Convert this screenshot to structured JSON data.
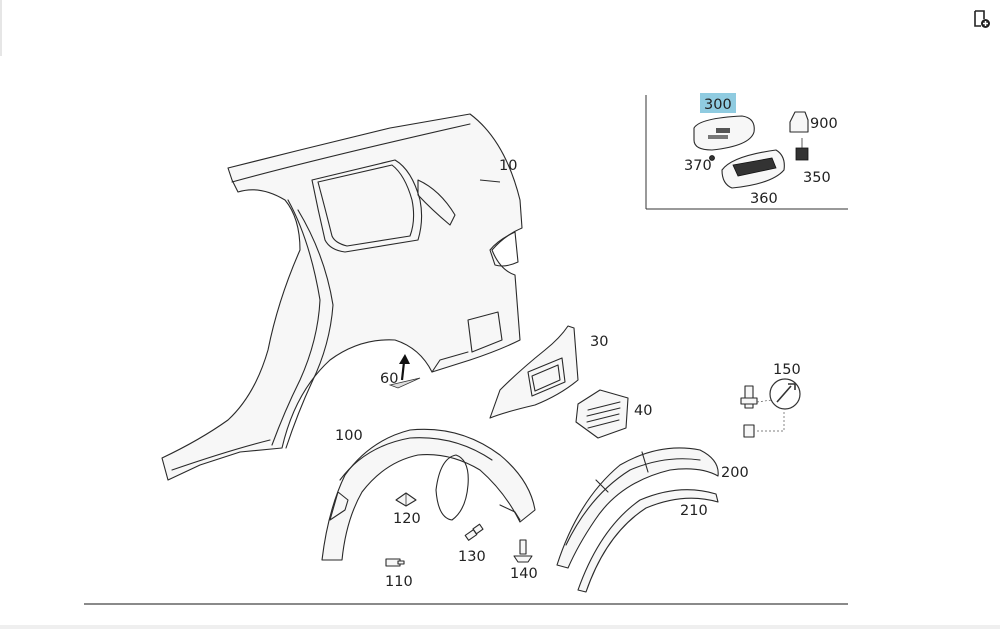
{
  "toolbar": {
    "export_icon": "document-add-icon"
  },
  "diagram": {
    "labels": {
      "p10": "10",
      "p30": "30",
      "p40": "40",
      "p60": "60",
      "p100": "100",
      "p110": "110",
      "p120": "120",
      "p130": "130",
      "p140": "140",
      "p150": "150",
      "p200": "200",
      "p210": "210",
      "p300": "300",
      "p350": "350",
      "p360": "360",
      "p370": "370",
      "p900": "900"
    },
    "colors": {
      "highlight": "#8fcbe0",
      "line": "#2a2a2a"
    }
  }
}
